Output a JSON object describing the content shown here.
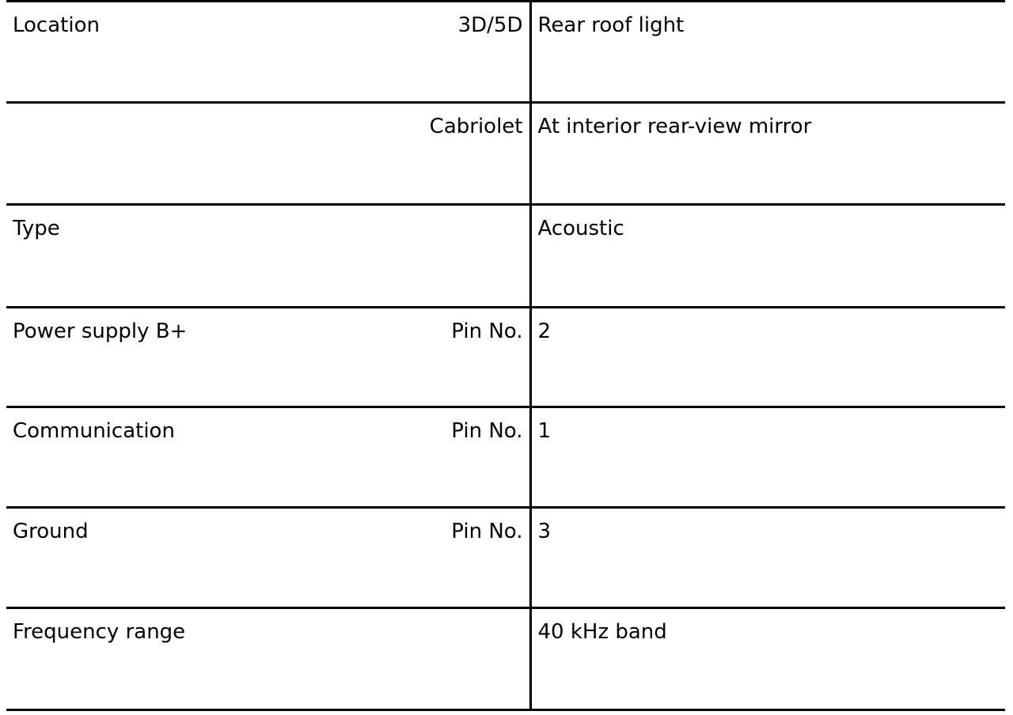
{
  "rows": [
    {
      "label": "Location",
      "qualifier": "3D/5D",
      "value": "Rear roof light"
    },
    {
      "label": "",
      "qualifier": "Cabriolet",
      "value": "At interior rear-view mirror"
    },
    {
      "label": "Type",
      "qualifier": "",
      "value": "Acoustic"
    },
    {
      "label": "Power supply B+",
      "qualifier": "Pin No.",
      "value": "2"
    },
    {
      "label": "Communication",
      "qualifier": "Pin No.",
      "value": "1"
    },
    {
      "label": "Ground",
      "qualifier": "Pin No.",
      "value": "3"
    },
    {
      "label": "Frequency range",
      "qualifier": "",
      "value": "40 kHz band"
    }
  ]
}
